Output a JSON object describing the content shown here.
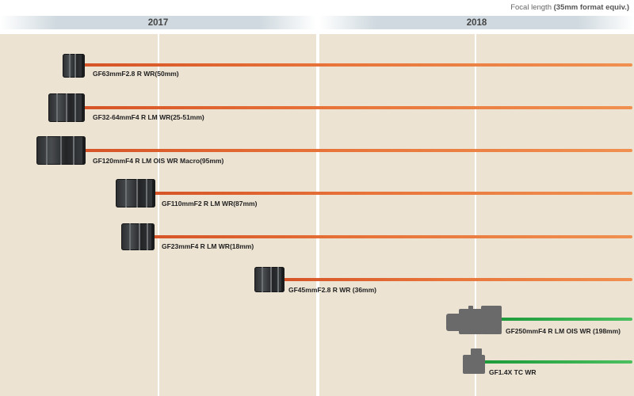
{
  "header": {
    "focal_note_prefix": "Focal length",
    "focal_note_detail": "(35mm format equiv.)"
  },
  "timeline": {
    "years": [
      "2017",
      "2018"
    ]
  },
  "colors": {
    "existing_bar": "#e8743a",
    "new_bar": "#3cb04e",
    "background": "#ece3d3"
  },
  "lenses": [
    {
      "id": "gf63",
      "label": "GF63mmF2.8 R WR(50mm)",
      "bar": "orange",
      "icon": "lens-icon"
    },
    {
      "id": "gf32-64",
      "label": "GF32-64mmF4 R LM WR(25-51mm)",
      "bar": "orange",
      "icon": "lens-icon"
    },
    {
      "id": "gf120",
      "label": "GF120mmF4 R LM OIS WR Macro(95mm)",
      "bar": "orange",
      "icon": "lens-icon"
    },
    {
      "id": "gf110",
      "label": "GF110mmF2 R LM WR(87mm)",
      "bar": "orange",
      "icon": "lens-icon"
    },
    {
      "id": "gf23",
      "label": "GF23mmF4 R LM WR(18mm)",
      "bar": "orange",
      "icon": "lens-icon"
    },
    {
      "id": "gf45",
      "label": "GF45mmF2.8 R WR (36mm)",
      "bar": "orange",
      "icon": "lens-icon"
    },
    {
      "id": "gf250",
      "label": "GF250mmF4 R LM OIS WR (198mm)",
      "bar": "green",
      "icon": "telephoto-lens-silhouette-icon"
    },
    {
      "id": "gf14x",
      "label": "GF1.4X TC WR",
      "bar": "green",
      "icon": "teleconverter-silhouette-icon"
    }
  ]
}
